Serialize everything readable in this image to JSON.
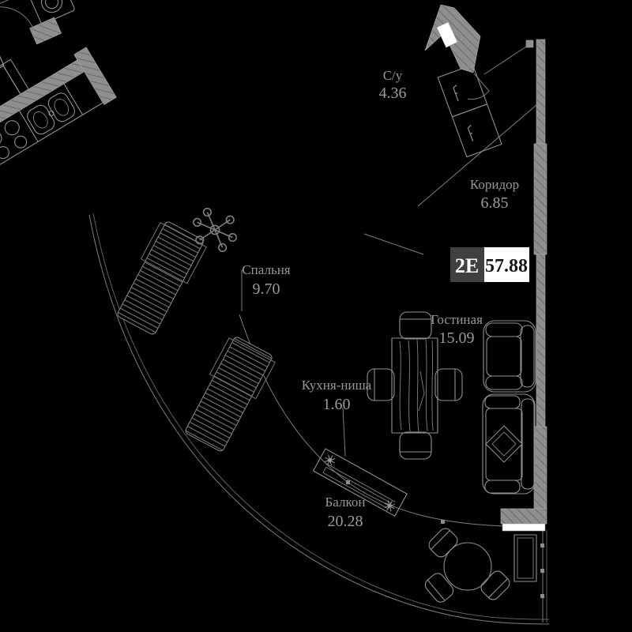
{
  "badge": {
    "unit_type": "2Е",
    "total_area": "57.88"
  },
  "rooms": [
    {
      "id": "bathroom",
      "name": "С/у",
      "area": "4.36"
    },
    {
      "id": "corridor",
      "name": "Коридор",
      "area": "6.85"
    },
    {
      "id": "bedroom",
      "name": "Спальня",
      "area": "9.70"
    },
    {
      "id": "living",
      "name": "Гостиная",
      "area": "15.09"
    },
    {
      "id": "kitchen",
      "name": "Кухня-ниша",
      "area": "1.60"
    },
    {
      "id": "balcony",
      "name": "Балкон",
      "area": "20.28"
    }
  ],
  "colors": {
    "background": "#000000",
    "wall_fill": "#8e8e8e",
    "wall_hatch": "#6d6d6d",
    "furniture_line": "#8f8f8f",
    "label_text": "#969696",
    "badge_dark_bg": "#404040",
    "badge_light_bg": "#ffffff"
  }
}
